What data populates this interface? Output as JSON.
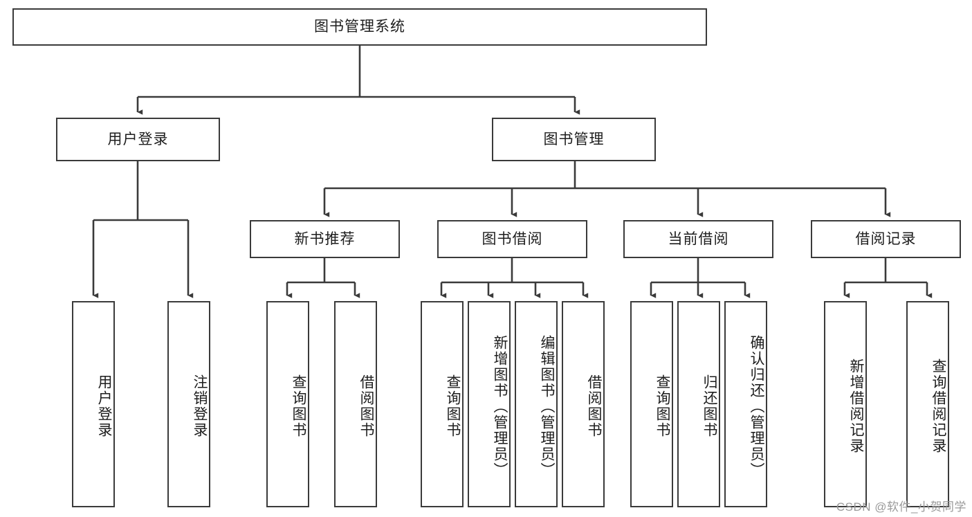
{
  "diagram": {
    "type": "tree-hierarchy",
    "title": "图书管理系统",
    "colors": {
      "box_border": "#3a3a3a",
      "box_fill": "#ffffff",
      "edge": "#3a3a3a",
      "text": "#1d1d1d",
      "watermark": "#9a9a9a",
      "background": "#ffffff"
    },
    "watermark": "CSDN @软件_小贺同学",
    "levels": {
      "root": {
        "label": "图书管理系统"
      },
      "level2": [
        {
          "label": "用户登录"
        },
        {
          "label": "图书管理"
        }
      ],
      "level3": [
        {
          "label": "新书推荐"
        },
        {
          "label": "图书借阅"
        },
        {
          "label": "当前借阅"
        },
        {
          "label": "借阅记录"
        }
      ],
      "leaves": {
        "user_login": [
          {
            "label": "用户登录"
          },
          {
            "label": "注销登录"
          }
        ],
        "new_book_recommend": [
          {
            "label": "查询图书"
          },
          {
            "label": "借阅图书"
          }
        ],
        "book_borrow": [
          {
            "label": "查询图书"
          },
          {
            "label": "新增图书（管理员）"
          },
          {
            "label": "编辑图书（管理员）"
          },
          {
            "label": "借阅图书"
          }
        ],
        "current_borrow": [
          {
            "label": "查询图书"
          },
          {
            "label": "归还图书"
          },
          {
            "label": "确认归还（管理员）"
          }
        ],
        "borrow_record": [
          {
            "label": "新增借阅记录"
          },
          {
            "label": "查询借阅记录"
          }
        ]
      }
    }
  }
}
